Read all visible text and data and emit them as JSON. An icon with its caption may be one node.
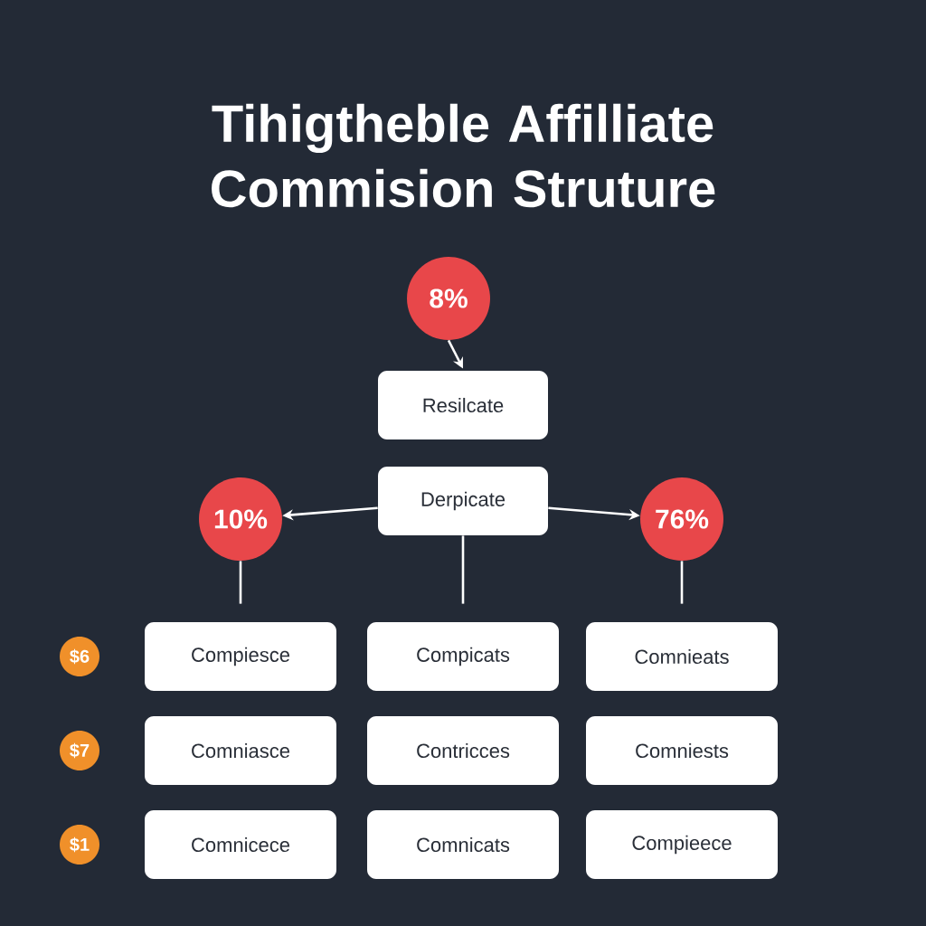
{
  "diagram": {
    "title": "Tihigtheble Affilliate Commision Struture",
    "nodes": [
      {
        "text": [
          "8%"
        ]
      },
      {
        "text": [
          "Resilcate"
        ]
      },
      {
        "text": [
          "Derpicate"
        ]
      },
      {
        "text": [
          "10%"
        ]
      },
      {
        "text": [
          "76%"
        ]
      },
      {
        "text": [
          "$6"
        ]
      },
      {
        "text": [
          "Compiesce"
        ]
      },
      {
        "text": [
          "Compicats"
        ]
      },
      {
        "text": [
          "Comnieats"
        ]
      },
      {
        "text": [
          "$7"
        ]
      },
      {
        "text": [
          "Comniasce"
        ]
      },
      {
        "text": [
          "Contricces"
        ]
      },
      {
        "text": [
          "Comniests"
        ]
      },
      {
        "text": [
          "$1"
        ]
      },
      {
        "text": [
          "Comnicece"
        ]
      },
      {
        "text": [
          "Comnicats"
        ]
      },
      {
        "text": [
          "Compieece"
        ]
      }
    ],
    "edges": [
      {
        "from": 0,
        "to": 1,
        "arrow": "to"
      },
      {
        "from": 2,
        "to": 3,
        "arrow": "to"
      },
      {
        "from": 2,
        "to": 4,
        "arrow": "to"
      },
      {
        "from": 3,
        "to": 6,
        "arrow": "none"
      },
      {
        "from": 2,
        "to": 7,
        "arrow": "none"
      },
      {
        "from": 4,
        "to": 8,
        "arrow": "none"
      }
    ]
  }
}
